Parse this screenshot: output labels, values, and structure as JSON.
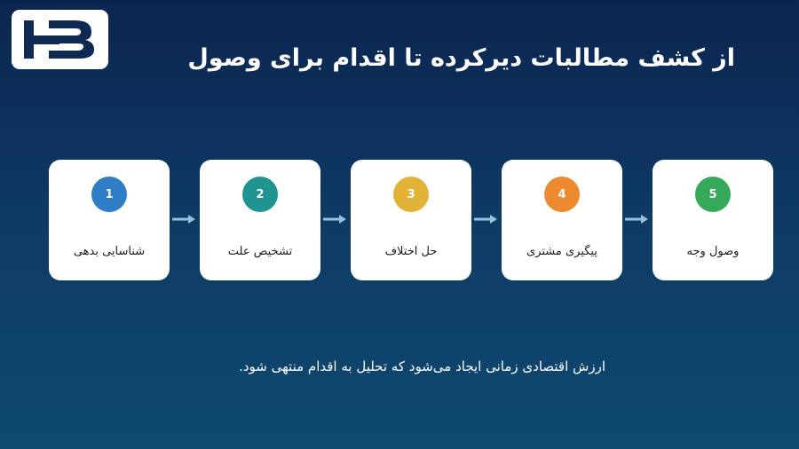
{
  "logo": {
    "text": "HB"
  },
  "title": "از کشف مطالبات دیرکرده تا اقدام برای وصول",
  "steps": [
    {
      "number": "1",
      "label": "شناسایی بدهی",
      "color": "#2f7dc4"
    },
    {
      "number": "2",
      "label": "تشخیص علت",
      "color": "#1f9490"
    },
    {
      "number": "3",
      "label": "حل اختلاف",
      "color": "#e2b237"
    },
    {
      "number": "4",
      "label": "پیگیری مشتری",
      "color": "#ed8a2f"
    },
    {
      "number": "5",
      "label": "وصول وجه",
      "color": "#35a85a"
    }
  ],
  "arrow_color": "#8fc3df",
  "footer": "ارزش اقتصادی زمانی ایجاد می‌شود که تحلیل به اقدام منتهی شود."
}
